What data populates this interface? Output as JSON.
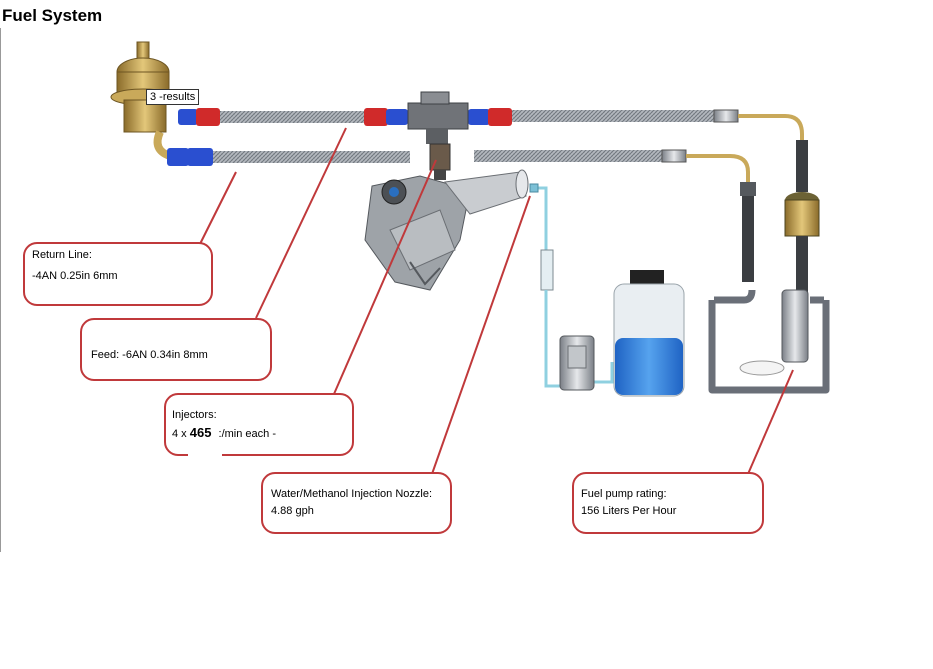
{
  "title": "Fuel System",
  "tooltip": "3 -results",
  "callouts": {
    "return_line": {
      "label": "Return Line:",
      "value": "-4AN 0.25in 6mm"
    },
    "feed": {
      "label": "Feed: -6AN 0.34in 8mm"
    },
    "injectors": {
      "label": "Injectors:",
      "prefix": "4 x",
      "count": "465",
      "suffix": ":/min each -"
    },
    "water_meth": {
      "label": "Water/Methanol Injection Nozzle:",
      "value": "4.88 gph"
    },
    "fuel_pump": {
      "label": "Fuel pump rating:",
      "value": "156 Liters Per Hour"
    }
  },
  "colors": {
    "callout_border": "#c0393b",
    "line_red": "#c0393b",
    "fitting_blue": "#2a4fd0",
    "fitting_red": "#d02a2a",
    "hose_braid": "#9aa0a6",
    "tank_blue": "#2f7fd8",
    "water_line": "#8fd0e0",
    "tank_outline": "#6a6f78"
  }
}
